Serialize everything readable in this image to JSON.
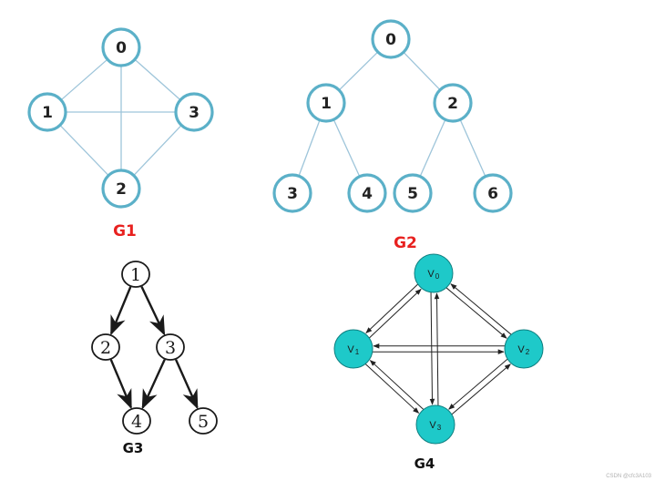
{
  "colors": {
    "g1_node_stroke": "#5bb0c8",
    "g1_edge": "#9ec5da",
    "g1_text": "#222222",
    "title_red": "#e8211f",
    "title_black": "#111111",
    "g3_stroke": "#1a1a1a",
    "g4_fill": "#1ec9c9",
    "g4_stroke": "#0f7f80",
    "g4_edge": "#222222",
    "watermark": "#b0b0b0"
  },
  "graphs": {
    "g1": {
      "title": "G1",
      "nodes": [
        {
          "id": "0",
          "label": "0"
        },
        {
          "id": "1",
          "label": "1"
        },
        {
          "id": "2",
          "label": "2"
        },
        {
          "id": "3",
          "label": "3"
        }
      ],
      "edges": [
        [
          "0",
          "1"
        ],
        [
          "0",
          "3"
        ],
        [
          "0",
          "2"
        ],
        [
          "1",
          "3"
        ],
        [
          "1",
          "2"
        ],
        [
          "2",
          "3"
        ]
      ]
    },
    "g2": {
      "title": "G2",
      "nodes": [
        {
          "id": "0",
          "label": "0"
        },
        {
          "id": "1",
          "label": "1"
        },
        {
          "id": "2",
          "label": "2"
        },
        {
          "id": "3",
          "label": "3"
        },
        {
          "id": "4",
          "label": "4"
        },
        {
          "id": "5",
          "label": "5"
        },
        {
          "id": "6",
          "label": "6"
        }
      ],
      "edges": [
        [
          "0",
          "1"
        ],
        [
          "0",
          "2"
        ],
        [
          "1",
          "3"
        ],
        [
          "1",
          "4"
        ],
        [
          "2",
          "5"
        ],
        [
          "2",
          "6"
        ]
      ]
    },
    "g3": {
      "title": "G3",
      "nodes": [
        {
          "id": "1",
          "label": "1"
        },
        {
          "id": "2",
          "label": "2"
        },
        {
          "id": "3",
          "label": "3"
        },
        {
          "id": "4",
          "label": "4"
        },
        {
          "id": "5",
          "label": "5"
        }
      ],
      "edges": [
        [
          "1",
          "2"
        ],
        [
          "1",
          "3"
        ],
        [
          "2",
          "4"
        ],
        [
          "3",
          "4"
        ],
        [
          "3",
          "5"
        ]
      ]
    },
    "g4": {
      "title": "G4",
      "nodes": [
        {
          "id": "v0",
          "label": "V",
          "sub": "0"
        },
        {
          "id": "v1",
          "label": "V",
          "sub": "1"
        },
        {
          "id": "v2",
          "label": "V",
          "sub": "2"
        },
        {
          "id": "v3",
          "label": "V",
          "sub": "3"
        }
      ],
      "edges": [
        [
          "v0",
          "v1"
        ],
        [
          "v0",
          "v2"
        ],
        [
          "v0",
          "v3"
        ],
        [
          "v1",
          "v2"
        ],
        [
          "v1",
          "v3"
        ],
        [
          "v2",
          "v3"
        ]
      ]
    }
  },
  "watermark": "CSDN @cfc3A103"
}
